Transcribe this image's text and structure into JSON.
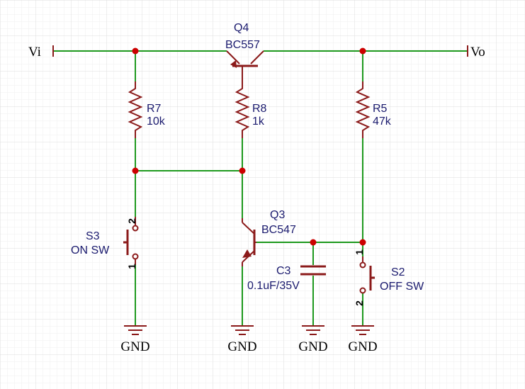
{
  "colors": {
    "wire": "#1f9a1f",
    "component": "#8b1a1a",
    "junction": "#cc0000",
    "label": "#1a1a6e",
    "net_label": "#000000",
    "grid": "#e9e9e9"
  },
  "nets": {
    "input": "Vi",
    "output": "Vo",
    "ground": "GND"
  },
  "components": {
    "q4": {
      "ref": "Q4",
      "value": "BC557"
    },
    "q3": {
      "ref": "Q3",
      "value": "BC547"
    },
    "r7": {
      "ref": "R7",
      "value": "10k"
    },
    "r8": {
      "ref": "R8",
      "value": "1k"
    },
    "r5": {
      "ref": "R5",
      "value": "47k"
    },
    "c3": {
      "ref": "C3",
      "value": "0.1uF/35V"
    },
    "s3": {
      "ref": "S3",
      "value": "ON SW",
      "pin_top": "2",
      "pin_bottom": "1"
    },
    "s2": {
      "ref": "S2",
      "value": "OFF SW",
      "pin_top": "1",
      "pin_bottom": "2"
    }
  }
}
